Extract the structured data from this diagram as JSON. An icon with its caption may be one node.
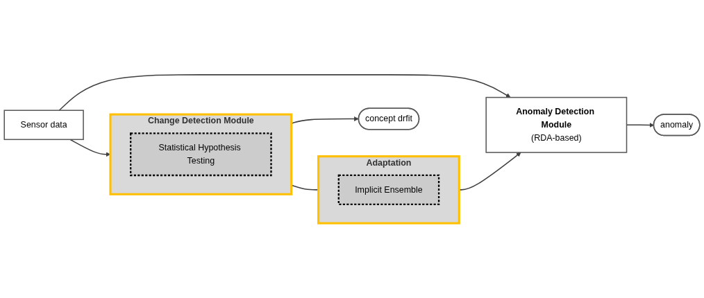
{
  "diagram": {
    "nodes": [
      {
        "text": [
          "Sensor data"
        ]
      },
      {
        "text": [
          "Anomaly Detection Module",
          "(RDA-based)"
        ]
      },
      {
        "text": [
          "anomaly"
        ]
      },
      {
        "text": [
          "Adaptation"
        ]
      },
      {
        "text": [
          "Implicit Ensemble"
        ],
        "in": 3
      },
      {
        "text": [
          "Change Detection Module"
        ]
      },
      {
        "text": [
          "Statistical Hypothesis Testing"
        ],
        "in": 5
      },
      {
        "text": [
          "concept drfit"
        ]
      }
    ],
    "edges": [
      {
        "from": 0,
        "to": 1,
        "arrow": "to"
      },
      {
        "from": 0,
        "to": 5,
        "arrow": "to"
      },
      {
        "from": 1,
        "to": 2,
        "arrow": "to"
      },
      {
        "from": 5,
        "to": 7,
        "arrow": "to"
      },
      {
        "from": 5,
        "to": 3,
        "arrow": "none"
      },
      {
        "from": 3,
        "to": 1,
        "arrow": "to"
      }
    ]
  }
}
